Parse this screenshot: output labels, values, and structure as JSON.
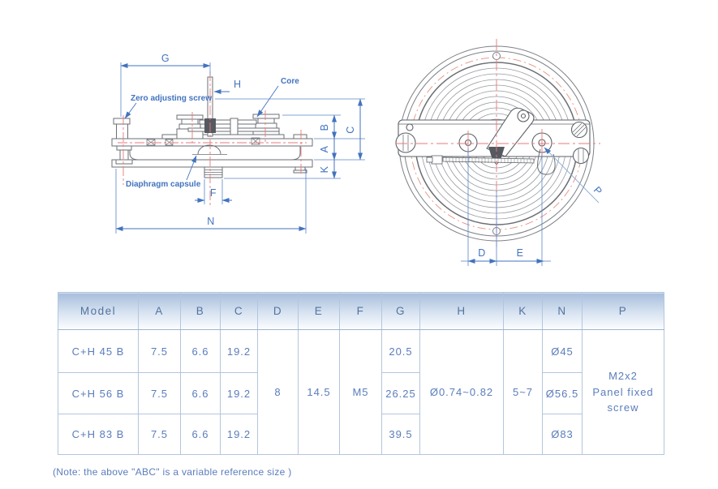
{
  "colors": {
    "accent_blue": "#4273bf",
    "extension_blue": "#5b85c8",
    "centerline_red": "#e87a7a",
    "line_gray": "#6b6f75",
    "table_border": "#b3c6de",
    "table_text": "#5a7dbb",
    "header_gradient_top": "#a7bedc",
    "header_gradient_bottom": "#fdfeff"
  },
  "left_view": {
    "dim_g": "G",
    "dim_h": "H",
    "dim_b": "B",
    "dim_c": "C",
    "dim_a": "A",
    "dim_k": "K",
    "dim_f": "F",
    "dim_n": "N",
    "label_core": "Core",
    "label_zero_screw": "Zero adjusting screw",
    "label_diaphragm": "Diaphragm capsule"
  },
  "right_view": {
    "dim_d": "D",
    "dim_e": "E",
    "dim_p": "P"
  },
  "table": {
    "headers": [
      "Model",
      "A",
      "B",
      "C",
      "D",
      "E",
      "F",
      "G",
      "H",
      "K",
      "N",
      "P"
    ],
    "rows": [
      {
        "model": "C+H 45 B",
        "a": "7.5",
        "b": "6.6",
        "c": "19.2",
        "g": "20.5",
        "n": "Ø45"
      },
      {
        "model": "C+H 56 B",
        "a": "7.5",
        "b": "6.6",
        "c": "19.2",
        "g": "26.25",
        "n": "Ø56.5"
      },
      {
        "model": "C+H 83 B",
        "a": "7.5",
        "b": "6.6",
        "c": "19.2",
        "g": "39.5",
        "n": "Ø83"
      }
    ],
    "shared": {
      "d": "8",
      "e": "14.5",
      "f": "M5",
      "h": "Ø0.74~0.82",
      "k": "5~7",
      "p_lines": [
        "M2x2",
        "Panel fixed",
        "screw"
      ]
    }
  },
  "note": "(Note: the above \"ABC\" is a variable reference size )"
}
